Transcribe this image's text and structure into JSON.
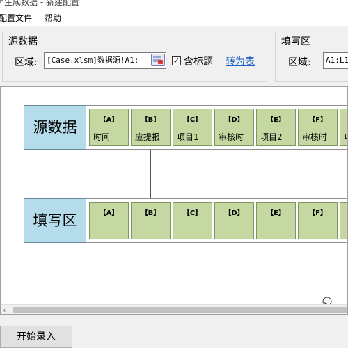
{
  "window": {
    "title": "生成数据 - 新建配置"
  },
  "menu": {
    "items": [
      "配置文件",
      "帮助"
    ]
  },
  "source_panel": {
    "title": "源数据",
    "area_label": "区域:",
    "area_value": "[Case.xlsm]数据源!A1:",
    "has_header_label": "含标题",
    "has_header_checked": "✓",
    "convert_link": "转为表"
  },
  "fill_panel": {
    "title": "填写区",
    "area_label": "区域:",
    "area_value": "A1:L1"
  },
  "mapping": {
    "source_row_label": "源数据",
    "fill_row_label": "填写区",
    "source_columns": [
      {
        "letter": "【A】",
        "name": "时间"
      },
      {
        "letter": "【B】",
        "name": "应提报"
      },
      {
        "letter": "【C】",
        "name": "项目1"
      },
      {
        "letter": "【D】",
        "name": "审核时"
      },
      {
        "letter": "【E】",
        "name": "项目2"
      },
      {
        "letter": "【F】",
        "name": "审核时"
      },
      {
        "letter": "",
        "name": "项"
      }
    ],
    "fill_columns": [
      {
        "letter": "【A】"
      },
      {
        "letter": "【B】"
      },
      {
        "letter": "【C】"
      },
      {
        "letter": "【D】"
      },
      {
        "letter": "【E】"
      },
      {
        "letter": "【F】"
      },
      {
        "letter": ""
      }
    ]
  },
  "scrollbar": {
    "left_arrow": "‹"
  },
  "actions": {
    "start_button": "开始录入"
  },
  "colors": {
    "label_bg": "#b5dcea",
    "cell_bg": "#c6d8a2",
    "link": "#1a5fc4"
  }
}
